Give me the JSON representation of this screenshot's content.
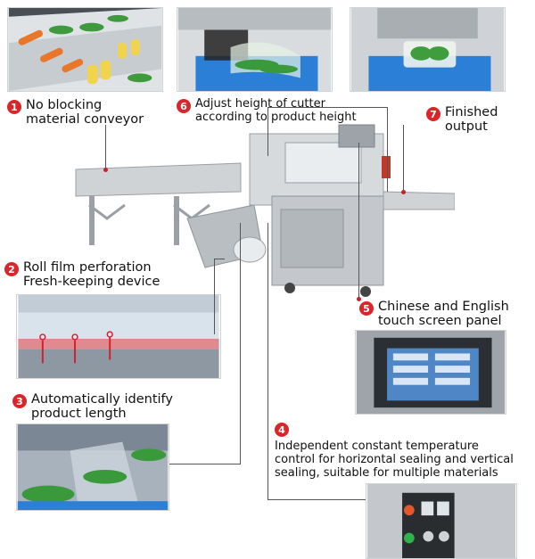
{
  "callouts": [
    {
      "num": "1",
      "lines": [
        "No blocking",
        "material conveyor"
      ]
    },
    {
      "num": "2",
      "lines": [
        "Roll film perforation",
        "Fresh-keeping device"
      ]
    },
    {
      "num": "3",
      "lines": [
        "Automatically identify",
        "product length"
      ]
    },
    {
      "num": "4",
      "lines": [
        "Independent constant temperature",
        "control for horizontal sealing and vertical",
        "sealing, suitable for multiple materials"
      ]
    },
    {
      "num": "5",
      "lines": [
        "Chinese and English",
        "touch screen panel"
      ]
    },
    {
      "num": "6",
      "lines": [
        "Adjust height of cutter",
        "according to product height"
      ]
    },
    {
      "num": "7",
      "lines": [
        "Finished",
        "output"
      ]
    }
  ],
  "colors": {
    "badge": "#d8262b",
    "conveyor_blue": "#2c7fd6",
    "steel": "#c9cdd1"
  },
  "icons": [
    "numbered-badge-icon"
  ]
}
